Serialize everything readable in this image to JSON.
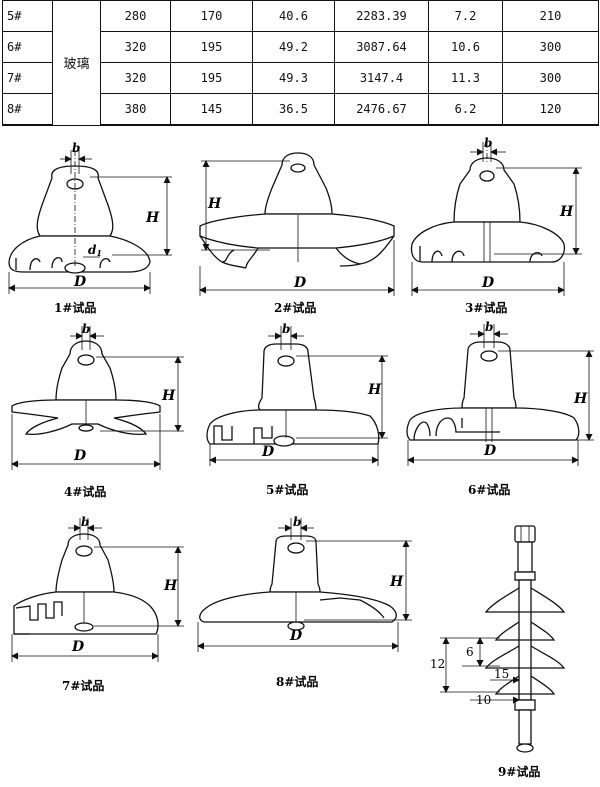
{
  "table": {
    "rows": [
      {
        "index": "5#",
        "material": "玻璃",
        "D": "280",
        "H": "170",
        "c3": "40.6",
        "c4": "2283.39",
        "c5": "7.2",
        "c6": "210"
      },
      {
        "index": "6#",
        "material": "",
        "D": "320",
        "H": "195",
        "c3": "49.2",
        "c4": "3087.64",
        "c5": "10.6",
        "c6": "300"
      },
      {
        "index": "7#",
        "material": "",
        "D": "320",
        "H": "195",
        "c3": "49.3",
        "c4": "3147.4",
        "c5": "11.3",
        "c6": "300"
      },
      {
        "index": "8#",
        "material": "",
        "D": "380",
        "H": "145",
        "c3": "36.5",
        "c4": "2476.67",
        "c5": "6.2",
        "c6": "120"
      }
    ]
  },
  "labels": {
    "b": "b",
    "H": "H",
    "D": "D",
    "d1": "d",
    "d1_sub": "1"
  },
  "figures": [
    {
      "id": "1",
      "caption": "1#试品"
    },
    {
      "id": "2",
      "caption": "2#试品"
    },
    {
      "id": "3",
      "caption": "3#试品"
    },
    {
      "id": "4",
      "caption": "4#试品"
    },
    {
      "id": "5",
      "caption": "5#试品"
    },
    {
      "id": "6",
      "caption": "6#试品"
    },
    {
      "id": "7",
      "caption": "7#试品"
    },
    {
      "id": "8",
      "caption": "8#试品"
    },
    {
      "id": "9",
      "caption": "9#试品"
    }
  ],
  "fig9_dims": {
    "d12": "12",
    "d6": "6",
    "d15": "15",
    "d10": "10"
  }
}
